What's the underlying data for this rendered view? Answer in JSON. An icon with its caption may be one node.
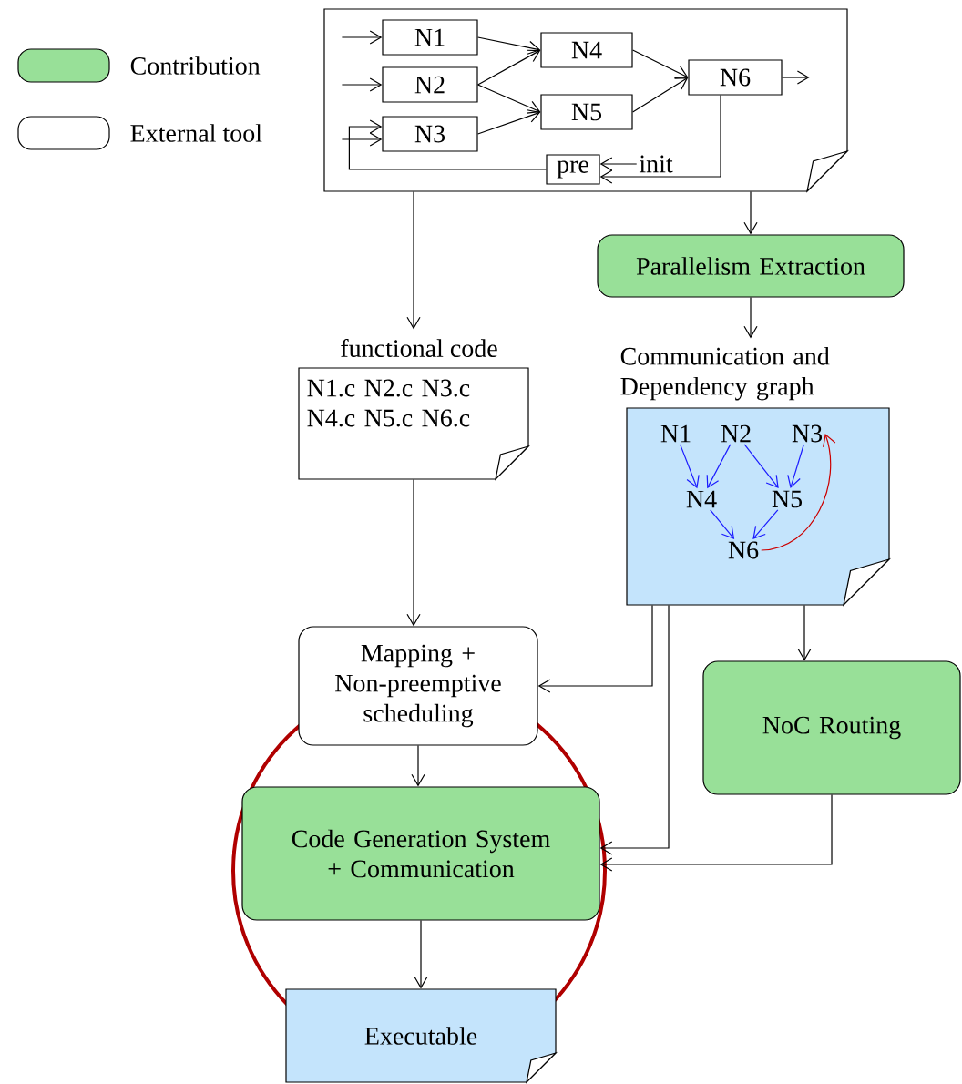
{
  "diagram": {
    "nodes": [
      {
        "text": [],
        "shape": "box"
      },
      {
        "text": [
          "N1"
        ],
        "in": 0
      },
      {
        "text": [
          "N2"
        ],
        "in": 0
      },
      {
        "text": [
          "N3"
        ],
        "in": 0
      },
      {
        "text": [
          "N4"
        ],
        "in": 0
      },
      {
        "text": [
          "N5"
        ],
        "in": 0
      },
      {
        "text": [
          "N6"
        ],
        "in": 0
      },
      {
        "text": [
          "pre"
        ],
        "in": 0
      },
      {
        "text": [
          "init"
        ],
        "in": 0
      },
      {
        "text": [
          "Parallelism Extraction"
        ]
      },
      {
        "text": [
          "functional code",
          "N1.c N2.c N3.c N4.c N5.c N6.c"
        ]
      },
      {
        "text": [
          "Communication and Dependency graph"
        ]
      },
      {
        "text": [
          "N1"
        ],
        "in": 11
      },
      {
        "text": [
          "N2"
        ],
        "in": 11
      },
      {
        "text": [
          "N3"
        ],
        "in": 11
      },
      {
        "text": [
          "N4"
        ],
        "in": 11
      },
      {
        "text": [
          "N5"
        ],
        "in": 11
      },
      {
        "text": [
          "N6"
        ],
        "in": 11
      },
      {
        "text": [
          "Mapping + Non-preemptive scheduling"
        ]
      },
      {
        "text": [
          "NoC Routing"
        ]
      },
      {
        "text": [
          "Code Generation System + Communication"
        ]
      },
      {
        "text": [
          "Executable"
        ]
      }
    ],
    "edges": [
      {
        "from": null,
        "to": 1,
        "arrow": "to"
      },
      {
        "from": null,
        "to": 2,
        "arrow": "to"
      },
      {
        "from": null,
        "to": 3,
        "arrow": "to"
      },
      {
        "from": 1,
        "to": 4,
        "arrow": "to"
      },
      {
        "from": 2,
        "to": 4,
        "arrow": "to"
      },
      {
        "from": 2,
        "to": 5,
        "arrow": "to"
      },
      {
        "from": 3,
        "to": 5,
        "arrow": "to"
      },
      {
        "from": 4,
        "to": 6,
        "arrow": "to"
      },
      {
        "from": 5,
        "to": 6,
        "arrow": "to"
      },
      {
        "from": 6,
        "to": null,
        "arrow": "to"
      },
      {
        "from": 6,
        "to": 7,
        "arrow": "to"
      },
      {
        "from": 8,
        "to": 7,
        "arrow": "to"
      },
      {
        "from": 7,
        "to": 3,
        "arrow": "to"
      },
      {
        "from": 0,
        "to": 9,
        "arrow": "to"
      },
      {
        "from": 0,
        "to": 10,
        "arrow": "to"
      },
      {
        "from": 9,
        "to": 11,
        "arrow": "to"
      },
      {
        "from": 10,
        "to": 18,
        "arrow": "to"
      },
      {
        "from": 11,
        "to": 18,
        "arrow": "to"
      },
      {
        "from": 11,
        "to": 20,
        "arrow": "to"
      },
      {
        "from": 11,
        "to": 19,
        "arrow": "to"
      },
      {
        "from": 18,
        "to": 20,
        "arrow": "to"
      },
      {
        "from": 19,
        "to": 20,
        "arrow": "to"
      },
      {
        "from": 20,
        "to": 21,
        "arrow": "to"
      },
      {
        "from": 12,
        "to": 15,
        "arrow": "to",
        "color": "#1a1aff"
      },
      {
        "from": 13,
        "to": 15,
        "arrow": "to",
        "color": "#1a1aff"
      },
      {
        "from": 13,
        "to": 16,
        "arrow": "to",
        "color": "#1a1aff"
      },
      {
        "from": 14,
        "to": 16,
        "arrow": "to",
        "color": "#1a1aff"
      },
      {
        "from": 15,
        "to": 17,
        "arrow": "to",
        "color": "#1a1aff"
      },
      {
        "from": 16,
        "to": 17,
        "arrow": "to",
        "color": "#1a1aff"
      },
      {
        "from": 17,
        "to": 14,
        "arrow": "to",
        "color": "#cc0000"
      }
    ],
    "legend": [
      {
        "text": "Contribution",
        "color": "#98e098"
      },
      {
        "text": "External tool"
      }
    ]
  }
}
